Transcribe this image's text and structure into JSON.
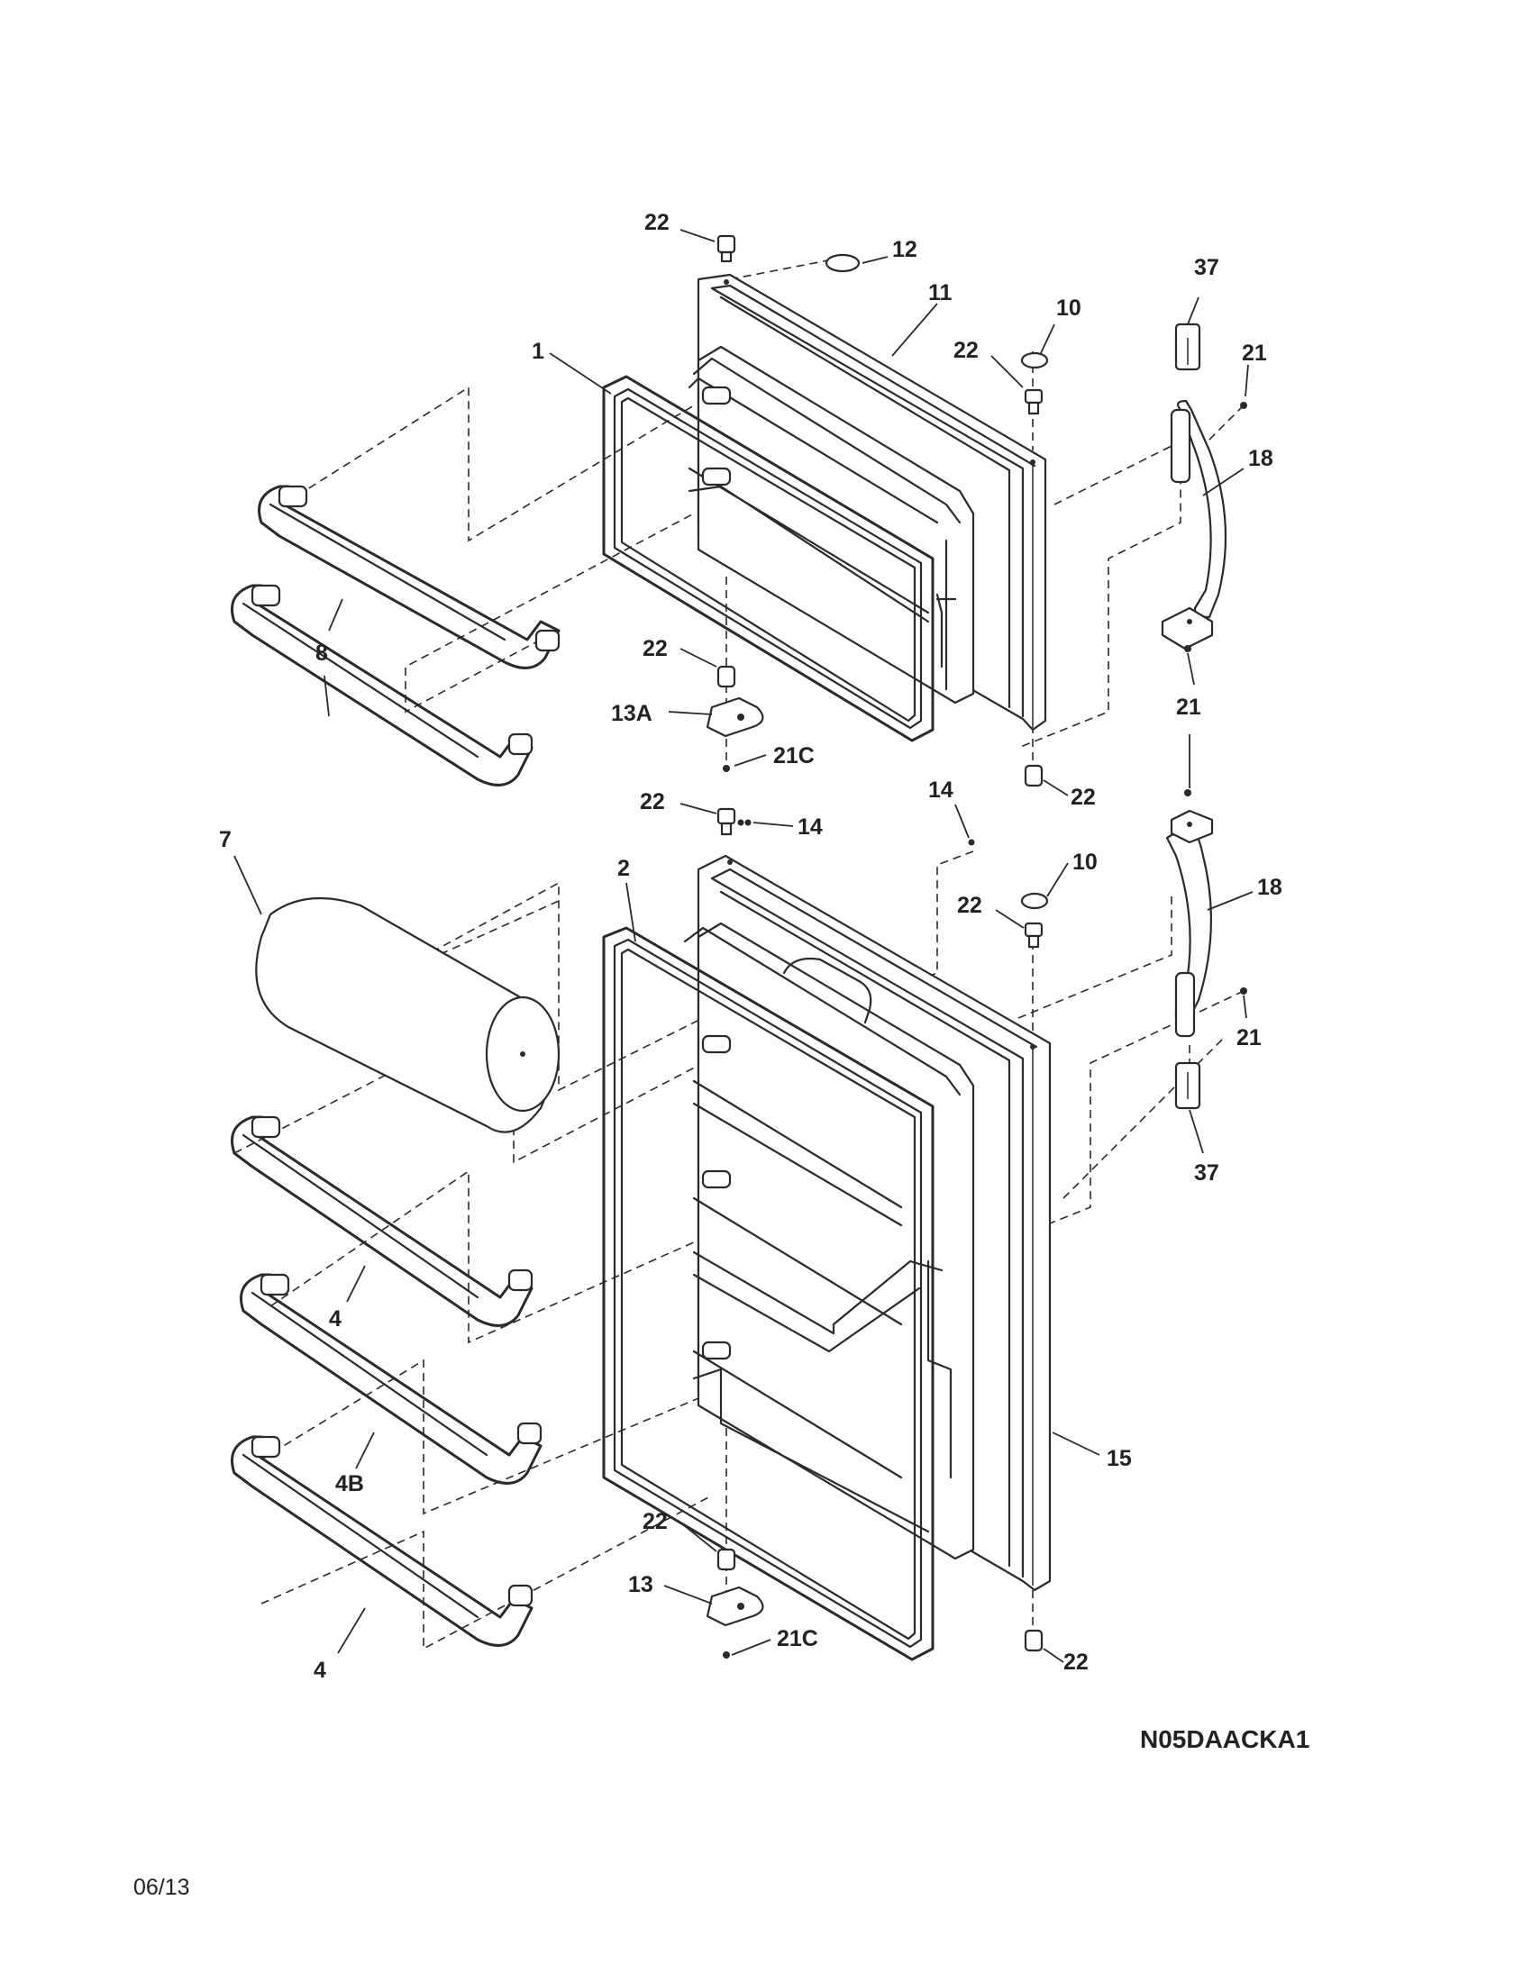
{
  "drawing_code": "N05DAACKA1",
  "revision_date": "06/13",
  "callouts": {
    "c22_top": "22",
    "c12": "12",
    "c11": "11",
    "c10_top": "10",
    "c22_hinge_top": "22",
    "c37_top": "37",
    "c21_top": "21",
    "c1": "1",
    "c18_top": "18",
    "c8": "8",
    "c22_mid_left": "22",
    "c13a": "13A",
    "c21c_top": "21C",
    "c21_mid": "21",
    "c22_mid_right": "22",
    "c22_lower_top": "22",
    "c14_left": "14",
    "c14_right": "14",
    "c7": "7",
    "c2": "2",
    "c10_lower": "10",
    "c22_lower_hinge": "22",
    "c18_lower": "18",
    "c21_lower": "21",
    "c37_lower": "37",
    "c4_upper": "4",
    "c4b": "4B",
    "c15": "15",
    "c22_bottom_left": "22",
    "c13": "13",
    "c21c_bottom": "21C",
    "c4_lower": "4",
    "c22_bottom_right": "22"
  }
}
